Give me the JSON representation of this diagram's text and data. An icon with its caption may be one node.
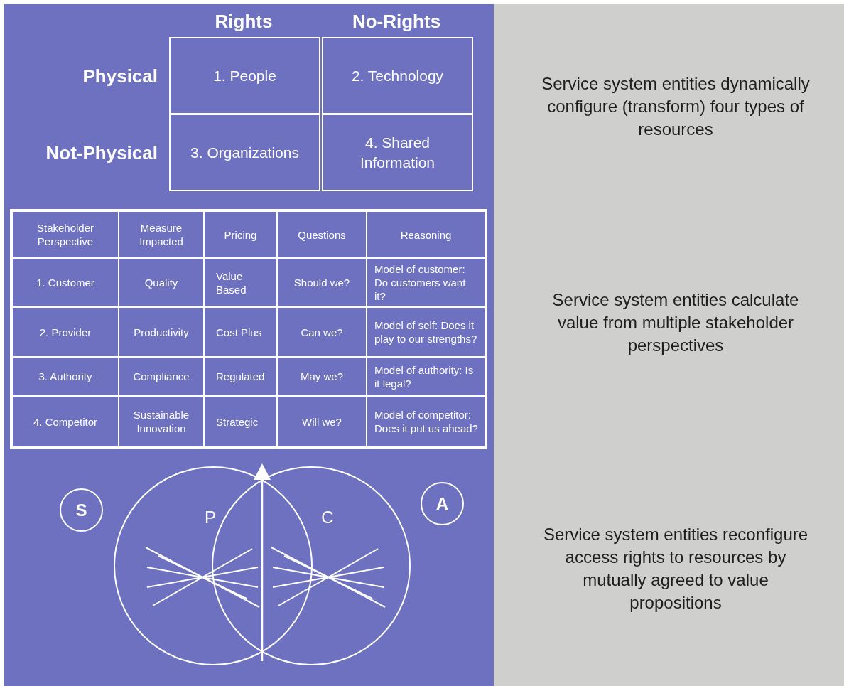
{
  "diagram": {
    "nodes": [
      {
        "text": [
          "1. People"
        ]
      },
      {
        "text": [
          "2. Technology"
        ]
      },
      {
        "text": [
          "3. Organizations"
        ]
      },
      {
        "text": [
          "4. Shared Information"
        ]
      },
      {
        "text": [
          "S"
        ]
      },
      {
        "text": [
          "A"
        ]
      }
    ],
    "edges": [],
    "labels": [
      "Rights",
      "No-Rights",
      "Physical",
      "Not-Physical",
      "Stakeholder Perspective",
      "Measure Impacted",
      "Pricing",
      "Questions",
      "Reasoning",
      "1. Customer",
      "Quality",
      "Value Based",
      "Should we?",
      "Model of customer: Do customers want it?",
      "2. Provider",
      "Productivity",
      "Cost Plus",
      "Can we?",
      "Model of self: Does it play to our strengths?",
      "3. Authority",
      "Compliance",
      "Regulated",
      "May we?",
      "Model of authority: Is it legal?",
      "4. Competitor",
      "Sustainable Innovation",
      "Strategic",
      "Will we?",
      "Model of competitor: Does it put us ahead?",
      "P",
      "C",
      "Service system entities dynamically configure (transform) four types of resources",
      "Service system entities calculate value from multiple stakeholder perspectives",
      "Service system entities reconfigure access rights to resources by mutually agreed to value propositions"
    ]
  }
}
